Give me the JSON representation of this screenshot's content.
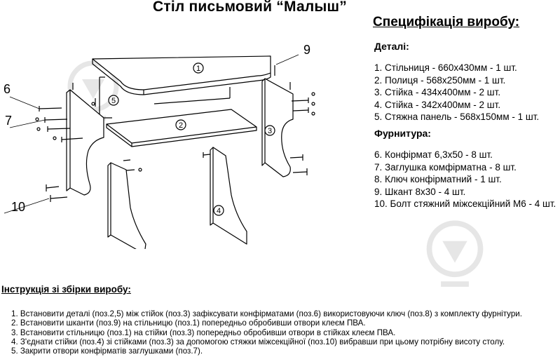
{
  "title": "Стіл письмовий “Малыш”",
  "spec_title": "Специфікація виробу:",
  "details_title": "Деталі:",
  "details": [
    "1. Стільниця - 660x430мм - 1 шт.",
    "2. Полиця - 568x250мм - 1 шт.",
    "3. Стійка - 434x400мм - 2 шт.",
    "4. Стійка - 342x400мм - 2 шт.",
    "5. Стяжна панель - 568x150мм - 1 шт."
  ],
  "hardware_title": "Фурнитура:",
  "hardware": [
    "6. Конфірмат 6,3x50 - 8 шт.",
    "7. Заглушка комфірматна - 8 шт.",
    "8. Ключ конфірматний - 1 шт.",
    "9. Шкант 8x30 - 4 шт.",
    "10. Болт стяжний міжсекційний М6 - 4 шт."
  ],
  "instructions_title": "Інструкція зі збірки виробу:",
  "instructions": [
    "1. Встановити деталі (поз.2,5) між стійок (поз.3) зафіксувати конфірматами (поз.6) використовуючи ключ (поз.8) з комплекту фурнітури.",
    "2. Встановити шканти (поз.9) на стільницю (поз.1) попередньо обробивши отвори клеєм ПВА.",
    "3. Встановити стільницю (поз.1) на стійки (поз.3) попередньо обробивши отвори в стійках клеєм ПВА.",
    "4. З'єднати стійки (поз.4) зі стійками (поз.3) за допомогою стяжки міжсекційної (поз.10) вибравши при цьому потрібну висоту столу.",
    "5. Закрити отвори конфірматів заглушками (поз.7)."
  ],
  "diagram_labels": {
    "pos1": "1",
    "pos2": "2",
    "pos3": "3",
    "pos4": "4",
    "pos5": "5",
    "callout6": "6",
    "callout7": "7",
    "callout9": "9",
    "callout10": "10"
  },
  "colors": {
    "watermark": "#e6e6e6",
    "line": "#000000"
  }
}
